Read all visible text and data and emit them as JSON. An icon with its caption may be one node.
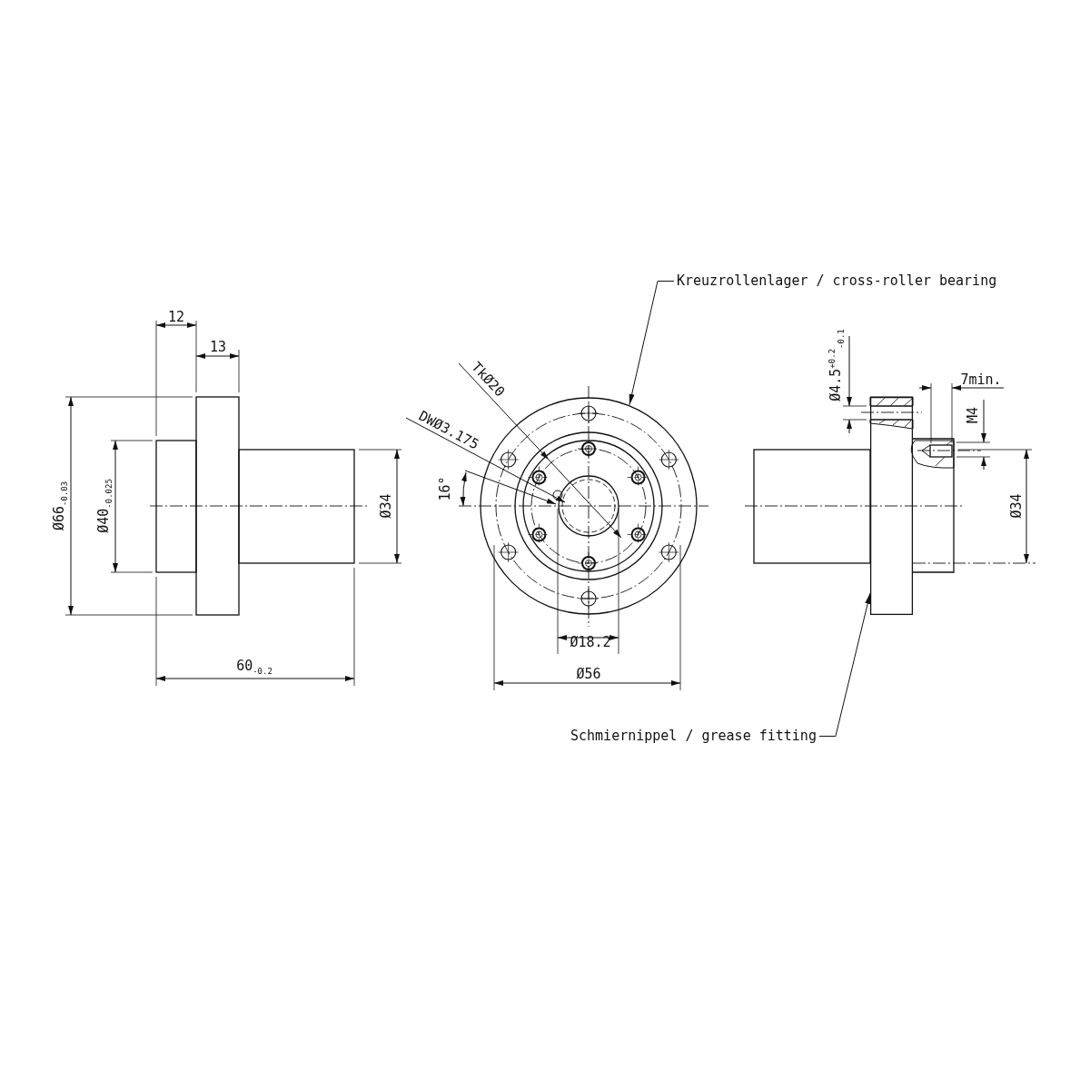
{
  "diagram": {
    "nodes": [
      {
        "text": [
          "Kreuzrollenlager / cross-roller bearing"
        ]
      },
      {
        "text": [],
        "shape": "circle"
      },
      {
        "text": [
          "Schmiernippel / grease fitting"
        ]
      },
      {
        "text": [],
        "shape": "box"
      }
    ],
    "edges": [
      {
        "from": 0,
        "to": 1,
        "arrow": "to"
      },
      {
        "from": 2,
        "to": 3,
        "arrow": "to"
      }
    ],
    "labels": [
      "12",
      "13",
      "Ø4.5$^{+0.2}$$_{-0.1}$",
      "TkØ20",
      "7min.",
      "M4",
      "DWØ3.175",
      "16°",
      "Ø66$_{-0.03}$",
      "Ø40$_{-0.025}$",
      "Ø34",
      "Ø34",
      "Ø18.2",
      "60$_{-0.2}$",
      "Ø56"
    ]
  }
}
